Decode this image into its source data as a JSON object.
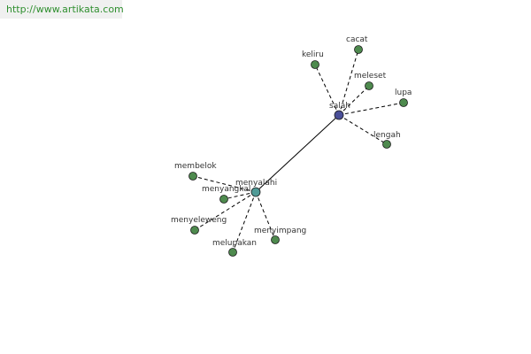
{
  "header": {
    "url_text": "http://www.artikata.com"
  },
  "graph": {
    "colors": {
      "leaf": "#4e8a4e",
      "hub_primary": "#4a4f98",
      "hub_secondary": "#4f9a96"
    },
    "hubs": [
      {
        "id": "salah",
        "label": "salah"
      },
      {
        "id": "menyalahi",
        "label": "menyalahi"
      }
    ],
    "leaves": [
      {
        "id": "keliru",
        "label": "keliru",
        "hub": "salah"
      },
      {
        "id": "cacat",
        "label": "cacat",
        "hub": "salah"
      },
      {
        "id": "meleset",
        "label": "meleset",
        "hub": "salah"
      },
      {
        "id": "lupa",
        "label": "lupa",
        "hub": "salah"
      },
      {
        "id": "lengah",
        "label": "lengah",
        "hub": "salah"
      },
      {
        "id": "membelok",
        "label": "membelok",
        "hub": "menyalahi"
      },
      {
        "id": "menyangkal",
        "label": "menyangkal",
        "hub": "menyalahi"
      },
      {
        "id": "menyeleweng",
        "label": "menyeleweng",
        "hub": "menyalahi"
      },
      {
        "id": "melupakan",
        "label": "melupakan",
        "hub": "menyalahi"
      },
      {
        "id": "menyimpang",
        "label": "menyimpang",
        "hub": "menyalahi"
      }
    ],
    "hub_link": {
      "from": "salah",
      "to": "menyalahi"
    }
  }
}
